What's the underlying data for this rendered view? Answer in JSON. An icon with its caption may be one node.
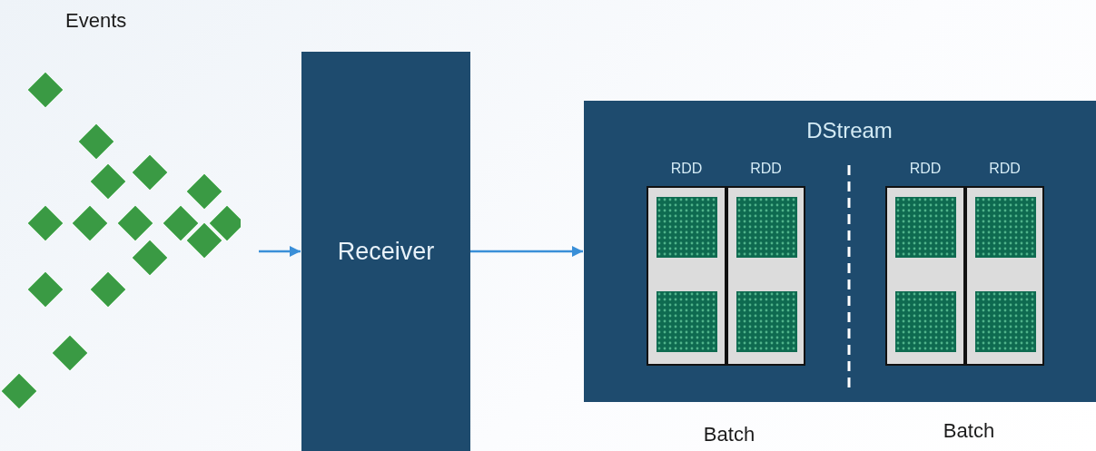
{
  "diagram": {
    "nodes": [
      {
        "text": [
          "Events"
        ]
      },
      {
        "text": [
          "Receiver"
        ]
      },
      {
        "text": [
          "DStream"
        ]
      },
      {
        "text": [
          "RDD"
        ],
        "in": 2
      },
      {
        "text": [
          "RDD"
        ],
        "in": 2
      },
      {
        "text": [
          "RDD"
        ],
        "in": 2
      },
      {
        "text": [
          "RDD"
        ],
        "in": 2
      }
    ],
    "edges": [
      {
        "from": 0,
        "to": 1,
        "arrow": "to"
      },
      {
        "from": 1,
        "to": 2,
        "arrow": "to"
      }
    ],
    "labels": [
      "Batch",
      "Batch"
    ]
  }
}
